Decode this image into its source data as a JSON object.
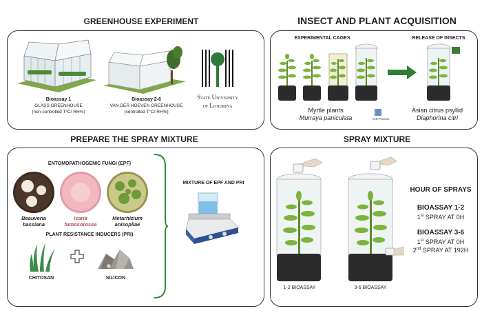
{
  "greenhouse": {
    "title": "GREENHOUSE EXPERIMENT",
    "b1_name": "Bioassay 1",
    "b1_desc1": "GLASS GREENHOUSE",
    "b1_desc2": "(non-controlled T°C/ RH%)",
    "b2_name": "Bioassay 2-6",
    "b2_desc1": "VAN DER HOEVEN GREENHOUSE",
    "b2_desc2": "(controlled T°C/ RH%)",
    "uni_line1": "State University",
    "uni_line2": "of Londrina"
  },
  "insect": {
    "title": "INSECT AND PLANT ACQUISITION",
    "cages_label": "EXPERIMENTAL CAGES",
    "release_label": "RELEASE OF INSECTS",
    "plant_name": "Myrtle plants",
    "plant_sci": "Murraya paniculata",
    "insect_name": "Asian citrus psyllid",
    "insect_sci": "Diaphorina citri",
    "idr_logo": "IDR-Paraná"
  },
  "prepare": {
    "title": "PREPARE THE SPRAY MIXTURE",
    "epf_label": "ENTOMOPATHOGENIC FUNGI (EPF)",
    "fungi": [
      {
        "l1": "Beauveria",
        "l2": "bassiana",
        "color": "#222"
      },
      {
        "l1": "Isaria",
        "l2": "fumosorosea",
        "color": "#b2455a"
      },
      {
        "l1": "Metarhizium",
        "l2": "anisopliae",
        "color": "#222"
      }
    ],
    "pri_label": "PLANT RESISTANCE INDUCERS (PRI)",
    "chitosan": "CHITOSAN",
    "silicon": "SILICON",
    "mixture_label": "MIXTURE OF EPF AND PRI"
  },
  "spray": {
    "title": "SPRAY MIXTURE",
    "hour_title": "HOUR OF SPRAYS",
    "b12_title": "BIOASSAY 1-2",
    "b12_s1_num": "1",
    "b12_s1_sup": "st",
    "b12_s1_text": " SPRAY AT 0H",
    "b36_title": "BIOASSAY 3-6",
    "b36_s1_num": "1",
    "b36_s1_sup": "st",
    "b36_s1_text": " SPRAY AT 0H",
    "b36_s2_num": "2",
    "b36_s2_sup": "nd",
    "b36_s2_text": " SPRAY AT 192H",
    "cage1_label": "1-2 BIOASSAY",
    "cage2_label": "3-6 BIOASSAY"
  }
}
